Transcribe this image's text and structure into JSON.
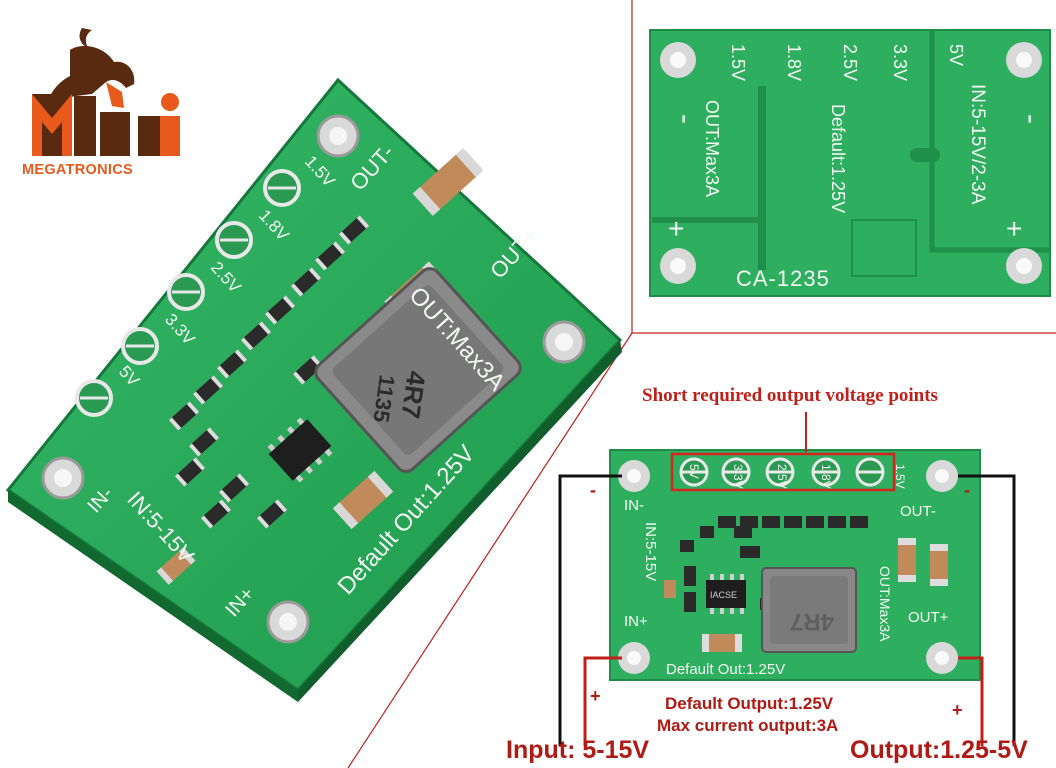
{
  "logo": {
    "brand": "MEGATRONICS",
    "mark": "Mi"
  },
  "angled_board": {
    "voltage_labels": [
      "1.5V",
      "1.8V",
      "2.5V",
      "3.3V",
      "5V"
    ],
    "out_minus": "OUT-",
    "out_plus": "OUT+",
    "in_minus": "IN-",
    "in_plus": "IN+",
    "input_range": "IN:5-15V",
    "max_out": "OUT:Max3A",
    "default_out": "Default Out:1.25V",
    "inductor_code": "4R7",
    "inductor_code2": "1135"
  },
  "back_board": {
    "voltage_labels": [
      "1.5V",
      "1.8V",
      "2.5V",
      "3.3V",
      "5V"
    ],
    "minus": "-",
    "plus": "+",
    "max_out": "OUT:Max3A",
    "default": "Default:1.25V",
    "input": "IN:5-15V/2-3A",
    "model": "CA-1235"
  },
  "front_board": {
    "voltage_labels": [
      "5V",
      "3.3V",
      "2.5V",
      "1.8V",
      "1.5V"
    ],
    "in_minus": "IN-",
    "in_plus": "IN+",
    "out_minus": "OUT-",
    "out_plus": "OUT+",
    "input_range": "IN:5-15V",
    "max_out": "OUT:Max3A",
    "default_out": "Default Out:1.25V",
    "inductor_code": "4R7",
    "chip_code": "IACSE"
  },
  "annotations": {
    "short_points": "Short required output voltage points",
    "default_output": "Default Output:1.25V",
    "max_current": "Max current output:3A",
    "input": "Input: 5-15V",
    "output": "Output:1.25-5V",
    "left_minus": "-",
    "left_plus": "+",
    "right_minus": "-",
    "right_plus": "+"
  },
  "colors": {
    "pcb": "#2bab5c",
    "pcb_dark": "#1f8f4a",
    "annotation_red": "#c0201a",
    "logo_orange": "#e85a1c",
    "logo_dark": "#5a2a10"
  }
}
